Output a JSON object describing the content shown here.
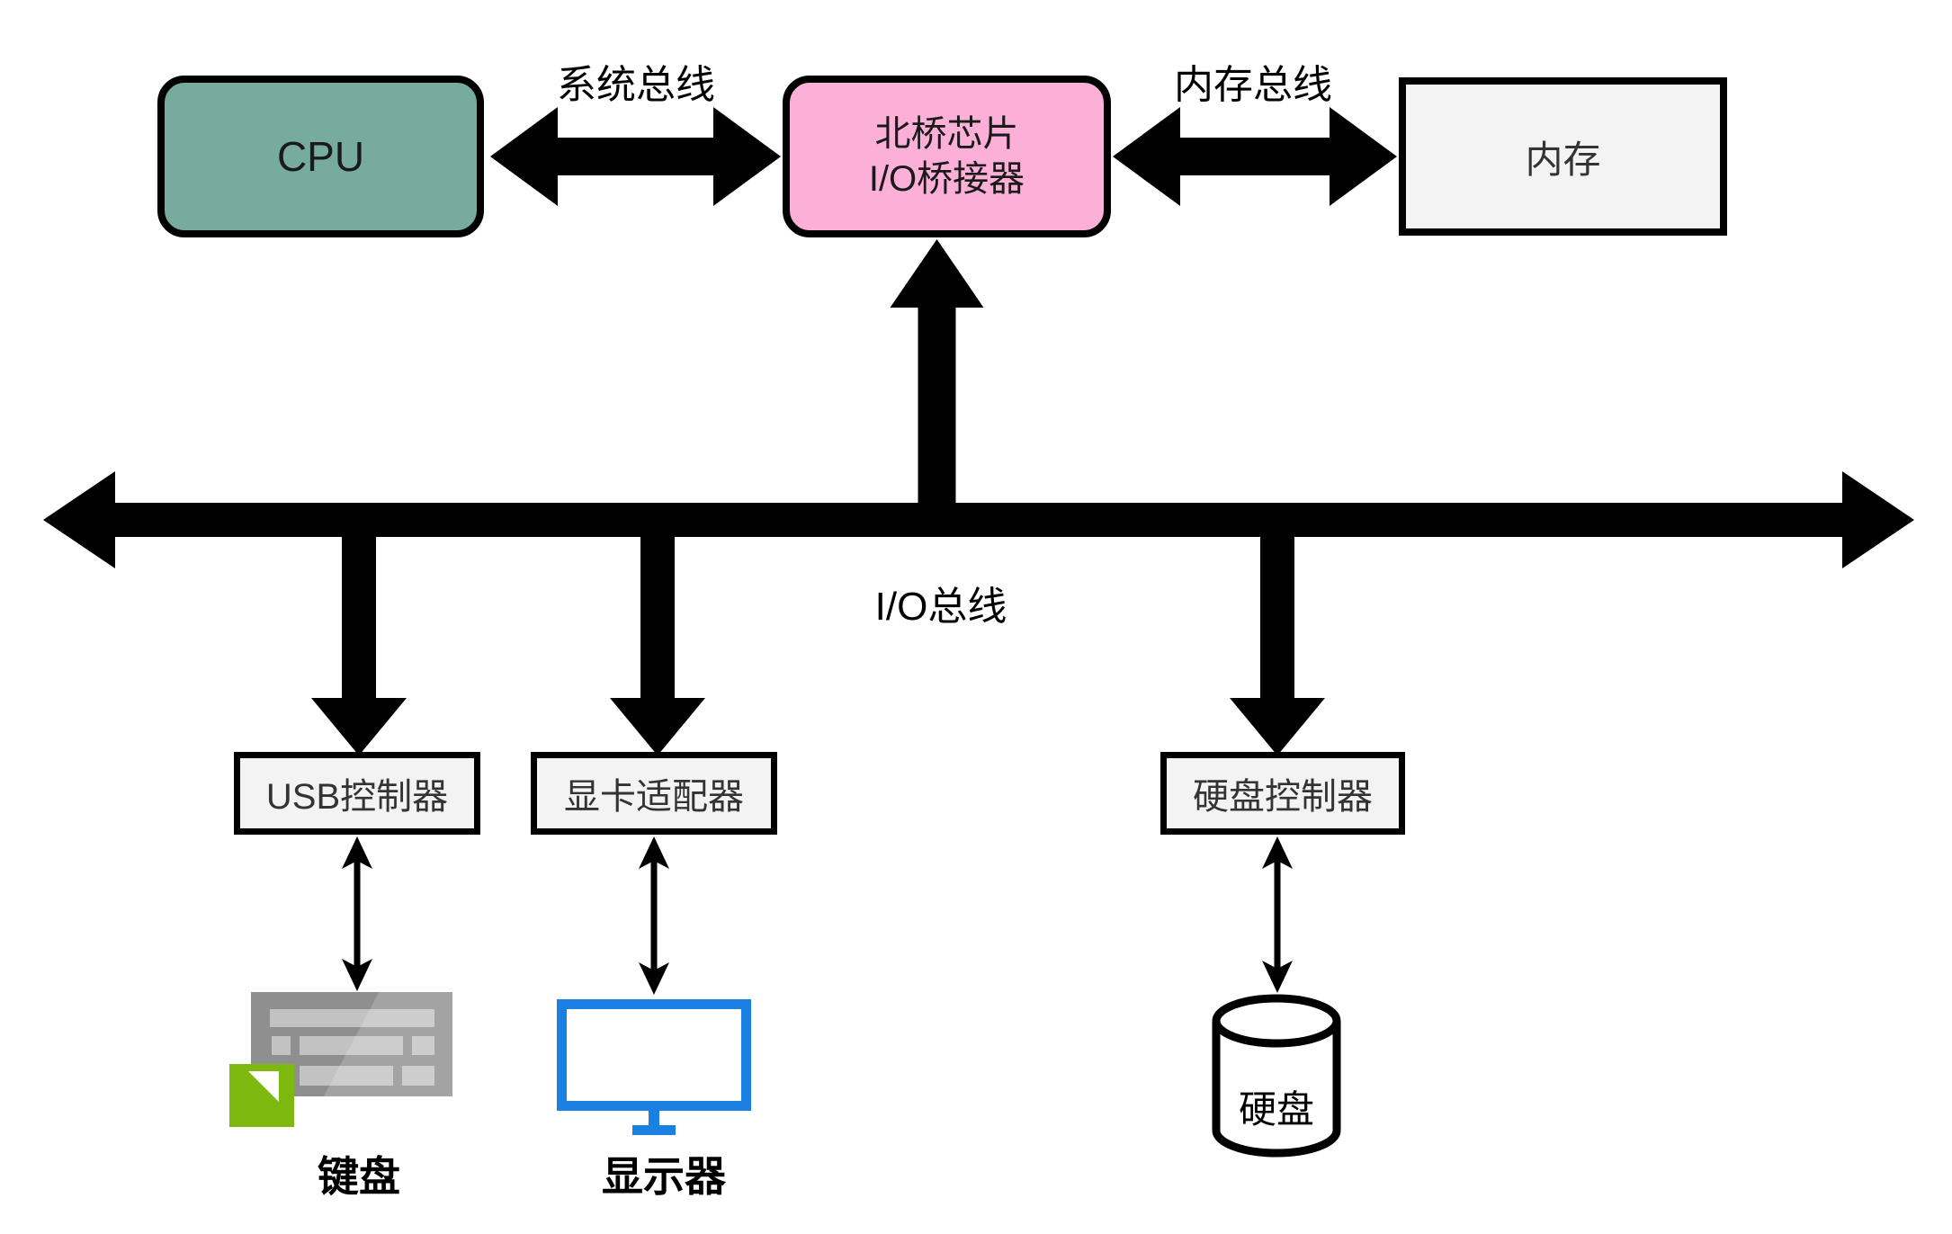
{
  "nodes": {
    "cpu": {
      "label": "CPU",
      "fill": "#76AB9E"
    },
    "northbridge": {
      "line1": "北桥芯片",
      "line2": "I/O桥接器",
      "fill": "#FCB0D8"
    },
    "memory": {
      "label": "内存",
      "fill": "#F3F3F3"
    },
    "usb_controller": {
      "label": "USB控制器",
      "fill": "#F3F3F3"
    },
    "gpu_adapter": {
      "label": "显卡适配器",
      "fill": "#F3F3F3"
    },
    "disk_controller": {
      "label": "硬盘控制器",
      "fill": "#F3F3F3"
    },
    "keyboard": {
      "label": "键盘"
    },
    "monitor": {
      "label": "显示器"
    },
    "disk": {
      "label": "硬盘"
    }
  },
  "buses": {
    "system_bus": {
      "label": "系统总线"
    },
    "memory_bus": {
      "label": "内存总线"
    },
    "io_bus": {
      "label": "I/O总线"
    }
  },
  "colors": {
    "arrow": "#000000",
    "monitor_blue": "#1A80E2",
    "keyboard_gray": "#8F8F8F",
    "keyboard_key": "#C2C2C2",
    "badge_green": "#7DB80E",
    "box_border": "#000000"
  }
}
